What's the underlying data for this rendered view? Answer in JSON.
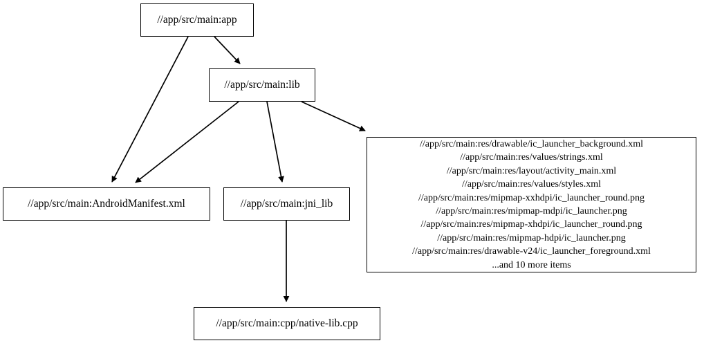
{
  "graph": {
    "type": "directed-dependency-graph",
    "background": "#ffffff",
    "line_color": "#000000",
    "text_color": "#000000",
    "nodes": [
      {
        "id": "app",
        "label": "//app/src/main:app",
        "shape": "rectangle"
      },
      {
        "id": "lib",
        "label": "//app/src/main:lib",
        "shape": "rectangle"
      },
      {
        "id": "manifest",
        "label": "//app/src/main:AndroidManifest.xml",
        "shape": "rectangle"
      },
      {
        "id": "jni_lib",
        "label": "//app/src/main:jni_lib",
        "shape": "rectangle"
      },
      {
        "id": "res",
        "shape": "rectangle",
        "lines": [
          "//app/src/main:res/drawable/ic_launcher_background.xml",
          "//app/src/main:res/values/strings.xml",
          "//app/src/main:res/layout/activity_main.xml",
          "//app/src/main:res/values/styles.xml",
          "//app/src/main:res/mipmap-xxhdpi/ic_launcher_round.png",
          "//app/src/main:res/mipmap-mdpi/ic_launcher.png",
          "//app/src/main:res/mipmap-xhdpi/ic_launcher_round.png",
          "//app/src/main:res/mipmap-hdpi/ic_launcher.png",
          "//app/src/main:res/drawable-v24/ic_launcher_foreground.xml",
          "...and 10 more items"
        ]
      },
      {
        "id": "cpp",
        "label": "//app/src/main:cpp/native-lib.cpp",
        "shape": "rectangle"
      }
    ],
    "edges": [
      {
        "from": "app",
        "to": "lib"
      },
      {
        "from": "app",
        "to": "manifest"
      },
      {
        "from": "lib",
        "to": "manifest"
      },
      {
        "from": "lib",
        "to": "jni_lib"
      },
      {
        "from": "lib",
        "to": "res"
      },
      {
        "from": "jni_lib",
        "to": "cpp"
      }
    ]
  }
}
